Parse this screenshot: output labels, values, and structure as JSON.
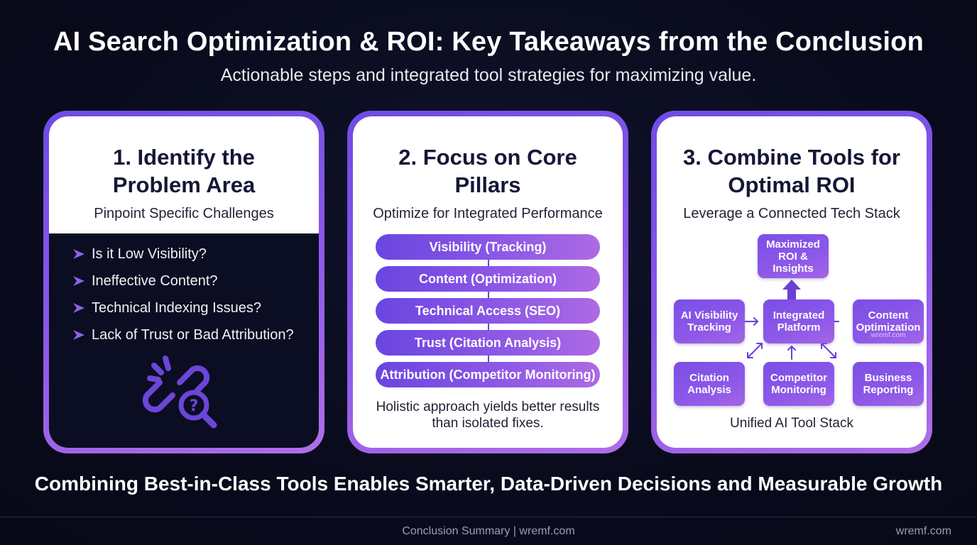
{
  "header": {
    "title": "AI Search Optimization & ROI: Key Takeaways from the Conclusion",
    "subtitle": "Actionable steps and integrated tool strategies for maximizing value."
  },
  "cards": [
    {
      "title_line1": "1. Identify the",
      "title_line2": "Problem Area",
      "subtitle": "Pinpoint Specific Challenges",
      "items": [
        "Is it Low Visibility?",
        "Ineffective Content?",
        "Technical Indexing Issues?",
        "Lack of Trust or Bad Attribution?"
      ],
      "icon": "broken-chain-search-icon"
    },
    {
      "title_line1": "2. Focus on Core",
      "title_line2": "Pillars",
      "subtitle": "Optimize for Integrated Performance",
      "pillars": [
        "Visibility (Tracking)",
        "Content (Optimization)",
        "Technical Access (SEO)",
        "Trust (Citation Analysis)",
        "Attribution (Competitor Monitoring)"
      ],
      "footer_line1": "Holistic approach yields better results",
      "footer_line2": "than isolated fixes."
    },
    {
      "title_line1": "3. Combine Tools for",
      "title_line2": "Optimal ROI",
      "subtitle": "Leverage a Connected Tech Stack",
      "nodes": {
        "top": [
          "Maximized",
          "ROI & Insights"
        ],
        "left": [
          "AI Visibility",
          "Tracking"
        ],
        "center": [
          "Integrated",
          "Platform"
        ],
        "right": [
          "Content",
          "Optimization"
        ],
        "bottom_left": [
          "Citation",
          "Analysis"
        ],
        "bottom_center": [
          "Competitor",
          "Monitoring"
        ],
        "bottom_right": [
          "Business",
          "Reporting"
        ]
      },
      "watermark": "wremf.com",
      "stack_label": "Unified AI Tool Stack"
    }
  ],
  "tagline": "Combining Best-in-Class Tools Enables Smarter, Data-Driven Decisions and Measurable Growth",
  "footer": {
    "center": "Conclusion Summary | wremf.com",
    "right": "wremf.com"
  },
  "colors": {
    "background": "#090b1d",
    "accent_purple": "#7a4fe6",
    "accent_violet": "#ad6ae4",
    "card_text": "#141735"
  }
}
